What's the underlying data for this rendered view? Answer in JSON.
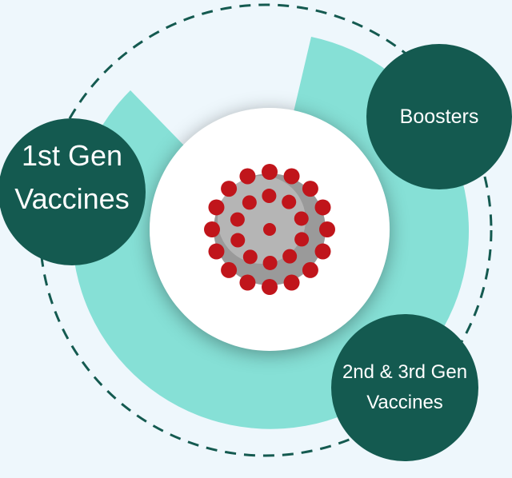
{
  "nodes": {
    "first_gen": "1st Gen Vaccines",
    "boosters": "Boosters",
    "next_gen": "2nd & 3rd Gen Vaccines"
  },
  "colors": {
    "dark": "#145a50",
    "teal": "#86e0d6",
    "background": "#eef7fc",
    "virus_spike": "#c0151b",
    "virus_body": "#9a9a9a"
  }
}
